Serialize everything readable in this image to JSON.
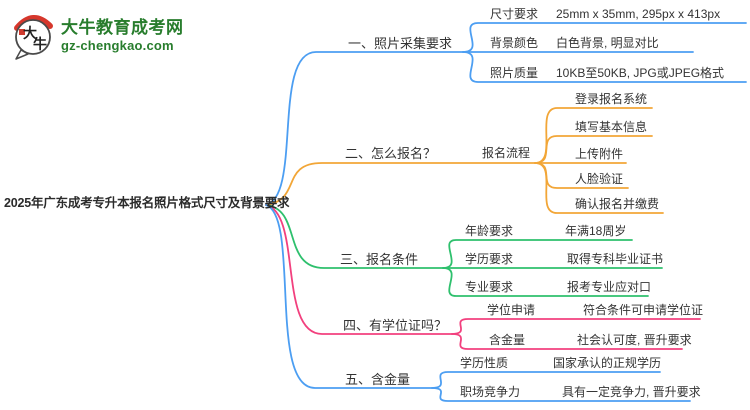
{
  "logo": {
    "icon_text_top": "大",
    "icon_text_bottom": "牛",
    "title": "大牛教育成考网",
    "subtitle": "gz-chengkao.com"
  },
  "root": {
    "title": "2025年广东成考专升本报名照片格式尺寸及背景要求"
  },
  "colors": {
    "blue": "#4c9ef2",
    "orange": "#f2a637",
    "green": "#2ec06d",
    "pink": "#f2407e",
    "logo_green": "#287d2d",
    "logo_red": "#d6372c",
    "text": "#333333"
  },
  "branches": [
    {
      "label": "一、照片采集要求",
      "color": "#4c9ef2",
      "children": [
        {
          "label": "尺寸要求",
          "value": "25mm x 35mm, 295px x 413px"
        },
        {
          "label": "背景颜色",
          "value": "白色背景, 明显对比"
        },
        {
          "label": "照片质量",
          "value": "10KB至50KB, JPG或JPEG格式"
        }
      ]
    },
    {
      "label": "二、怎么报名？",
      "color": "#f2a637",
      "sub_label": "报名流程",
      "children": [
        {
          "label": "登录报名系统"
        },
        {
          "label": "填写基本信息"
        },
        {
          "label": "上传附件"
        },
        {
          "label": "人脸验证"
        },
        {
          "label": "确认报名并缴费"
        }
      ]
    },
    {
      "label": "三、报名条件",
      "color": "#2ec06d",
      "children": [
        {
          "label": "年龄要求",
          "value": "年满18周岁"
        },
        {
          "label": "学历要求",
          "value": "取得专科毕业证书"
        },
        {
          "label": "专业要求",
          "value": "报考专业应对口"
        }
      ]
    },
    {
      "label": "四、有学位证吗？",
      "color": "#f2407e",
      "children": [
        {
          "label": "学位申请",
          "value": "符合条件可申请学位证"
        },
        {
          "label": "含金量",
          "value": "社会认可度, 晋升要求"
        }
      ]
    },
    {
      "label": "五、含金量",
      "color": "#4c9ef2",
      "children": [
        {
          "label": "学历性质",
          "value": "国家承认的正规学历"
        },
        {
          "label": "职场竞争力",
          "value": "具有一定竞争力, 晋升要求"
        }
      ]
    }
  ]
}
